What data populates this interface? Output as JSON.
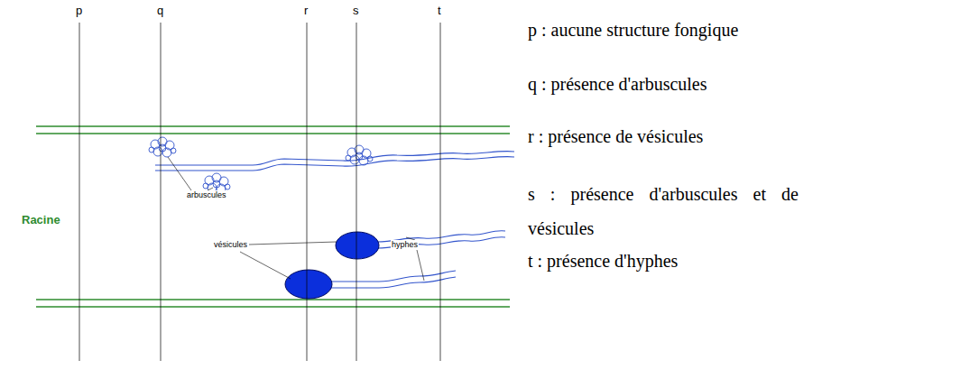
{
  "diagram": {
    "labels": [
      "p",
      "q",
      "r",
      "s",
      "t",
      "Racine",
      "arbuscules",
      "vésicules",
      "hyphes",
      "p : aucune structure fongique",
      "q : présence d'arbuscules",
      "r : présence de vésicules",
      "s : présence d'arbuscules et de vésicules",
      "t : présence d'hyphes"
    ]
  }
}
